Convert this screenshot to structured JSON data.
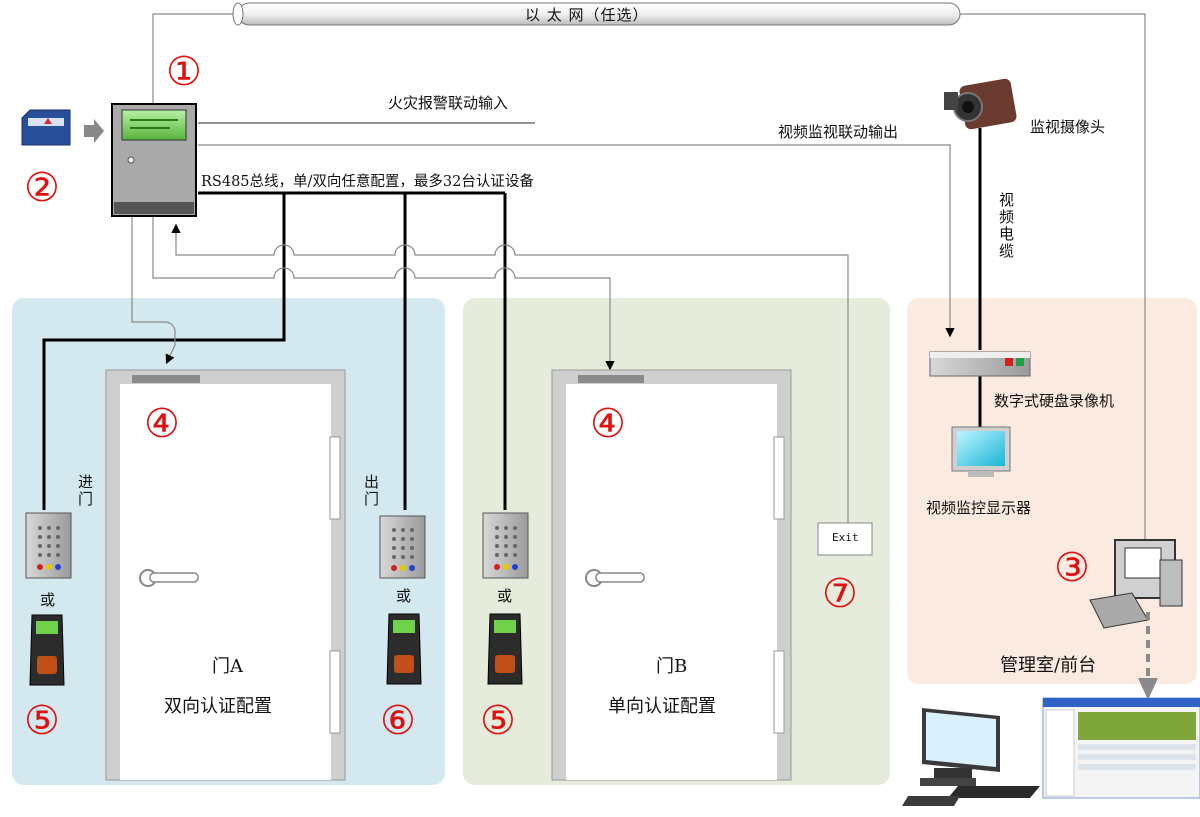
{
  "labels": {
    "ethernet": "以 太 网（任选）",
    "fire_input": "火灾报警联动输入",
    "video_output": "视频监视联动输出",
    "camera": "监视摄像头",
    "video_cable": "视频电缆",
    "rs485": "RS485总线，单/双向任意配置，最多32台认证设备",
    "enter": "进门",
    "exit_door": "出门",
    "or": "或",
    "door_a_name": "门A",
    "door_a_cfg": "双向认证配置",
    "door_b_name": "门B",
    "door_b_cfg": "单向认证配置",
    "dvr": "数字式硬盘录像机",
    "monitor": "视频监控显示器",
    "mgmt_room": "管理室/前台",
    "exit_button": "Exit"
  },
  "markers": {
    "m1": "①",
    "m2": "②",
    "m3": "③",
    "m4": "④",
    "m5": "⑤",
    "m6": "⑥",
    "m7": "⑦"
  },
  "colors": {
    "zone_a": "#d3e8ef",
    "zone_b": "#e6ecdb",
    "zone_mgmt": "#fbeadf",
    "marker": "#e01010",
    "bus": "#000000",
    "thin_line": "#8a8a8a"
  }
}
